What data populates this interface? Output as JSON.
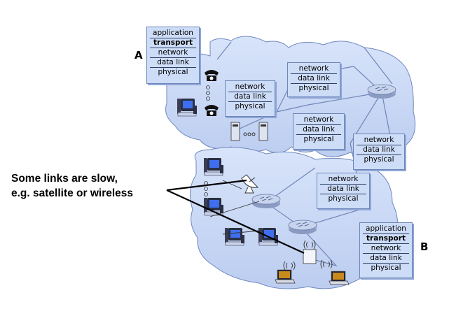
{
  "hosts": {
    "A": {
      "label": "A",
      "layers": [
        "application",
        "transport",
        "network",
        "data link",
        "physical"
      ]
    },
    "B": {
      "label": "B",
      "layers": [
        "application",
        "transport",
        "network",
        "data link",
        "physical"
      ]
    }
  },
  "routers": [
    {
      "layers": [
        "network",
        "data link",
        "physical"
      ]
    },
    {
      "layers": [
        "network",
        "data link",
        "physical"
      ]
    },
    {
      "layers": [
        "network",
        "data link",
        "physical"
      ]
    },
    {
      "layers": [
        "network",
        "data link",
        "physical"
      ]
    },
    {
      "layers": [
        "network",
        "data link",
        "physical"
      ]
    }
  ],
  "annotation": {
    "line1": "Some links are slow,",
    "line2": "e.g. satellite or wireless"
  },
  "colors": {
    "cloud": "#c9d8f5",
    "cloud_border": "#6f88c0",
    "stack_bg": "#cddcf7",
    "router": "#b8c6e4"
  },
  "icons": [
    "phone-icon",
    "computer-icon",
    "server-icon",
    "router-icon",
    "satellite-dish-icon",
    "laptop-icon",
    "wireless-ap-icon"
  ]
}
